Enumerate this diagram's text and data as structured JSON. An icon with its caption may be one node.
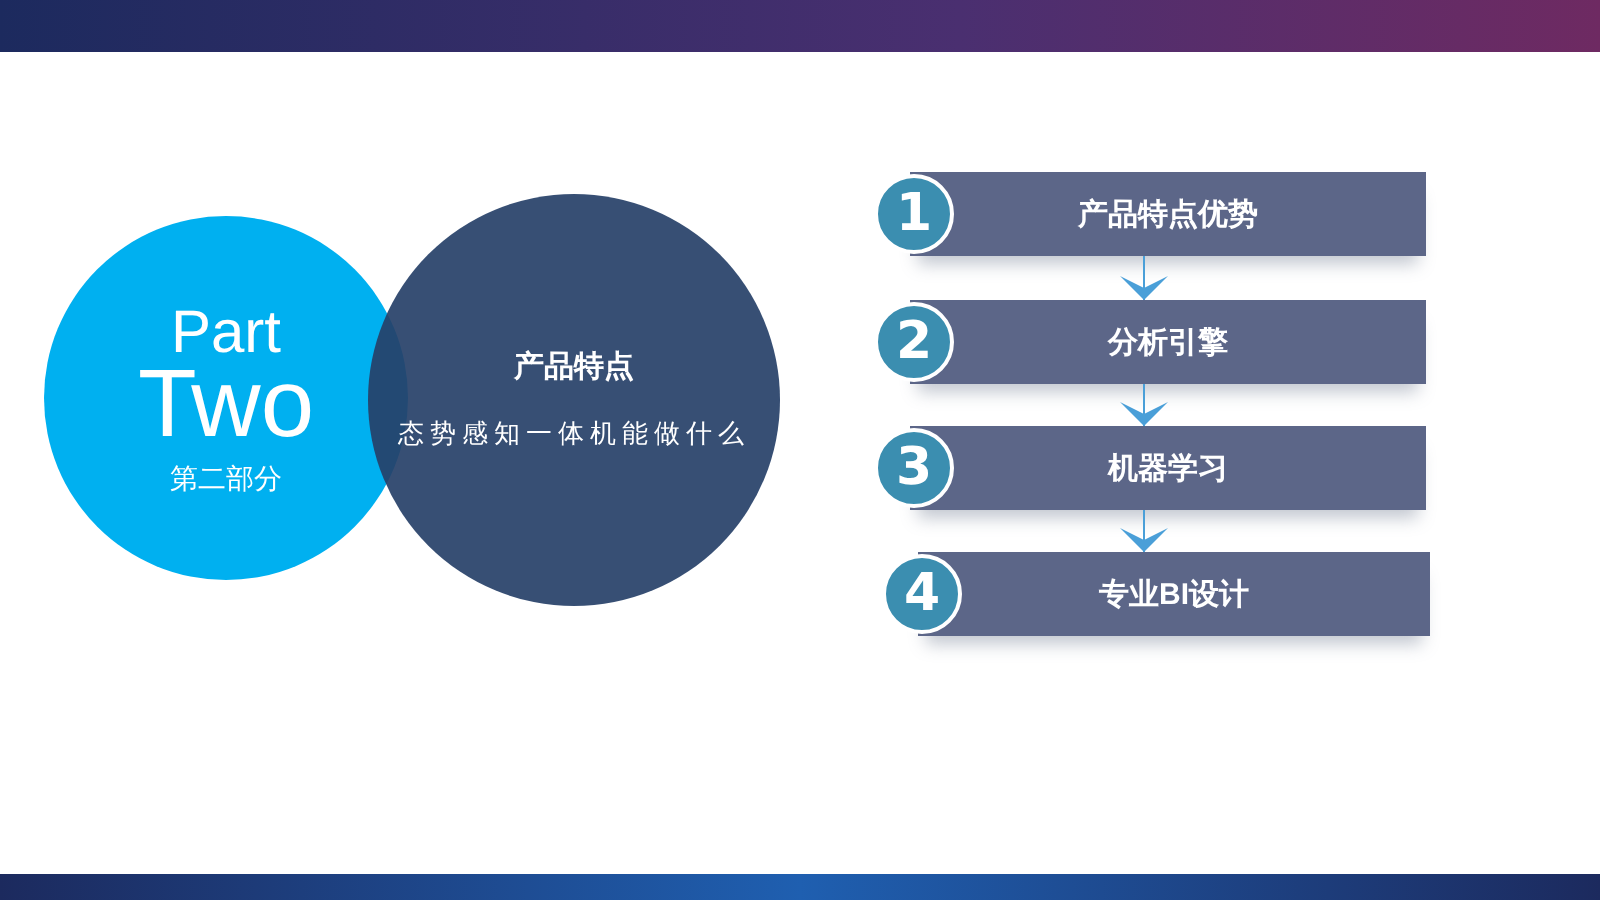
{
  "diagram": {
    "nodes": [
      {
        "text": [
          "Part",
          "Two",
          "第二部分"
        ]
      },
      {
        "text": [
          "产品特点",
          "态势感知一体机能做什么"
        ]
      },
      {
        "text": [
          "1"
        ]
      },
      {
        "text": [
          "产品特点优势"
        ]
      },
      {
        "text": [
          "2"
        ]
      },
      {
        "text": [
          "分析引擎"
        ]
      },
      {
        "text": [
          "3"
        ]
      },
      {
        "text": [
          "机器学习"
        ]
      },
      {
        "text": [
          "4"
        ]
      },
      {
        "text": [
          "专业BI设计"
        ]
      }
    ],
    "edges": [
      {
        "from": 3,
        "to": 5,
        "arrow": "to"
      },
      {
        "from": 5,
        "to": 7,
        "arrow": "to"
      },
      {
        "from": 7,
        "to": 9,
        "arrow": "to"
      }
    ]
  }
}
